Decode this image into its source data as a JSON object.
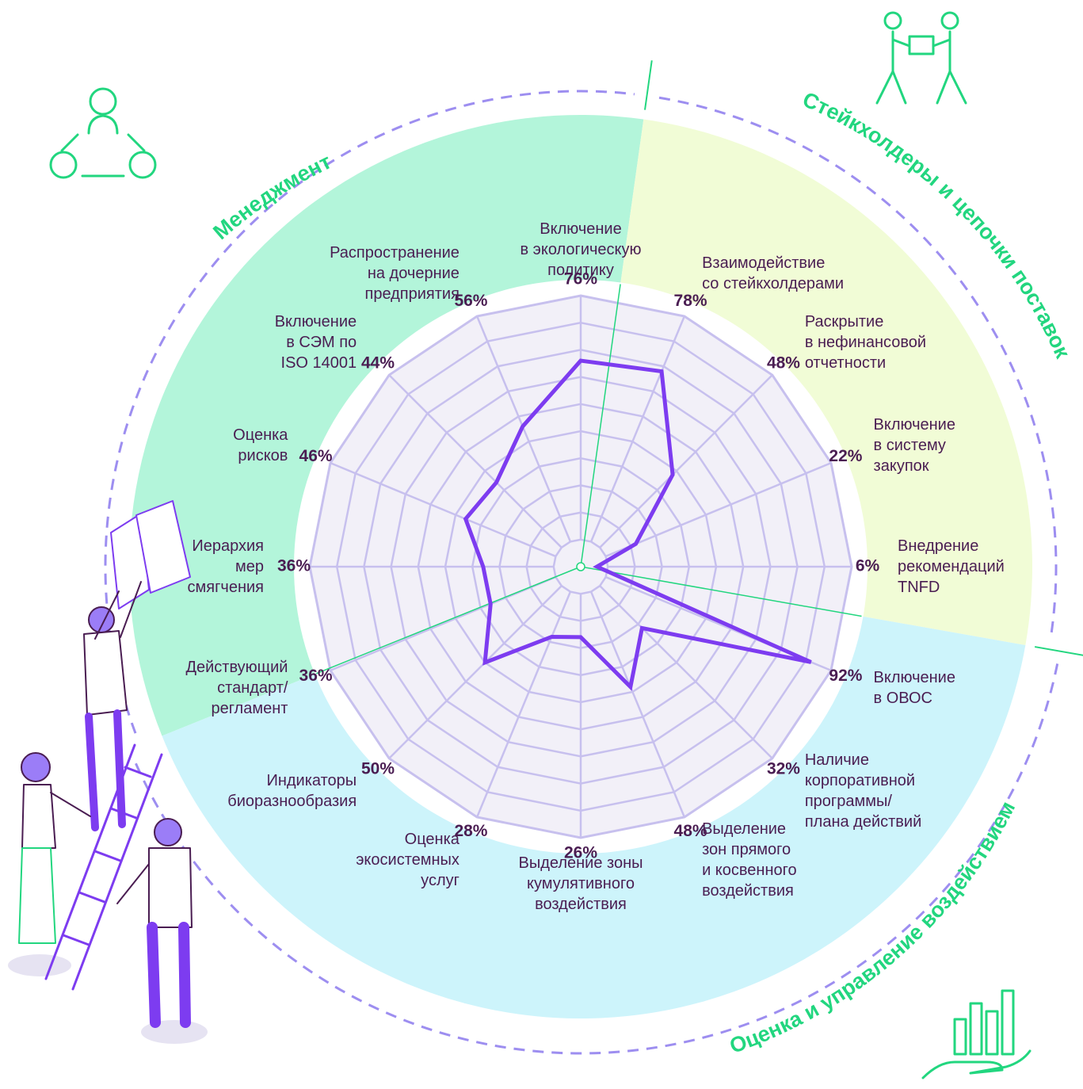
{
  "chart_data": {
    "type": "radar",
    "axes": [
      {
        "label": "Включение\nв экологическую\nполитику",
        "value": 76
      },
      {
        "label": "Взаимодействие\nсо стейкхолдерами",
        "value": 78
      },
      {
        "label": "Раскрытие\nв нефинансовой\nотчетности",
        "value": 48
      },
      {
        "label": "Включение\nв систему\nзакупок",
        "value": 22
      },
      {
        "label": "Внедрение\nрекомендаций\nTNFD",
        "value": 6
      },
      {
        "label": "Включение\nв ОВОС",
        "value": 92
      },
      {
        "label": "Наличие\nкорпоративной\nпрограммы/\nплана действий",
        "value": 32
      },
      {
        "label": "Выделение\nзон прямого\nи косвенного\nвоздействия",
        "value": 48
      },
      {
        "label": "Выделение зоны\nкумулятивного\nвоздействия",
        "value": 26
      },
      {
        "label": "Оценка\nэкосистемных\nуслуг",
        "value": 28
      },
      {
        "label": "Индикаторы\nбиоразнообразия",
        "value": 50
      },
      {
        "label": "Действующий\nстандарт/\nрегламент",
        "value": 36
      },
      {
        "label": "Иерархия\nмер\nсмягчения",
        "value": 36
      },
      {
        "label": "Оценка\nрисков",
        "value": 46
      },
      {
        "label": "Включение\nв СЭМ по\nISO 14001",
        "value": 44
      },
      {
        "label": "Распространение\nна дочерние\nпредприятия",
        "value": 56
      }
    ],
    "value_suffix": "%",
    "rmax": 100,
    "sections": [
      {
        "name": "Менеджмент",
        "color": "#b3f5da"
      },
      {
        "name": "Стейкхолдеры и цепочки поставок",
        "color": "#f1fcd6"
      },
      {
        "name": "Оценка и управление воздействием",
        "color": "#cdf4fb"
      }
    ],
    "colors": {
      "series_line": "#7d3cf0",
      "grid": "#c7c0ee",
      "plot_bg": "#f2f0f8",
      "accent_green": "#22d67f",
      "text": "#4a1d52",
      "dash": "#9d8ef0"
    }
  }
}
